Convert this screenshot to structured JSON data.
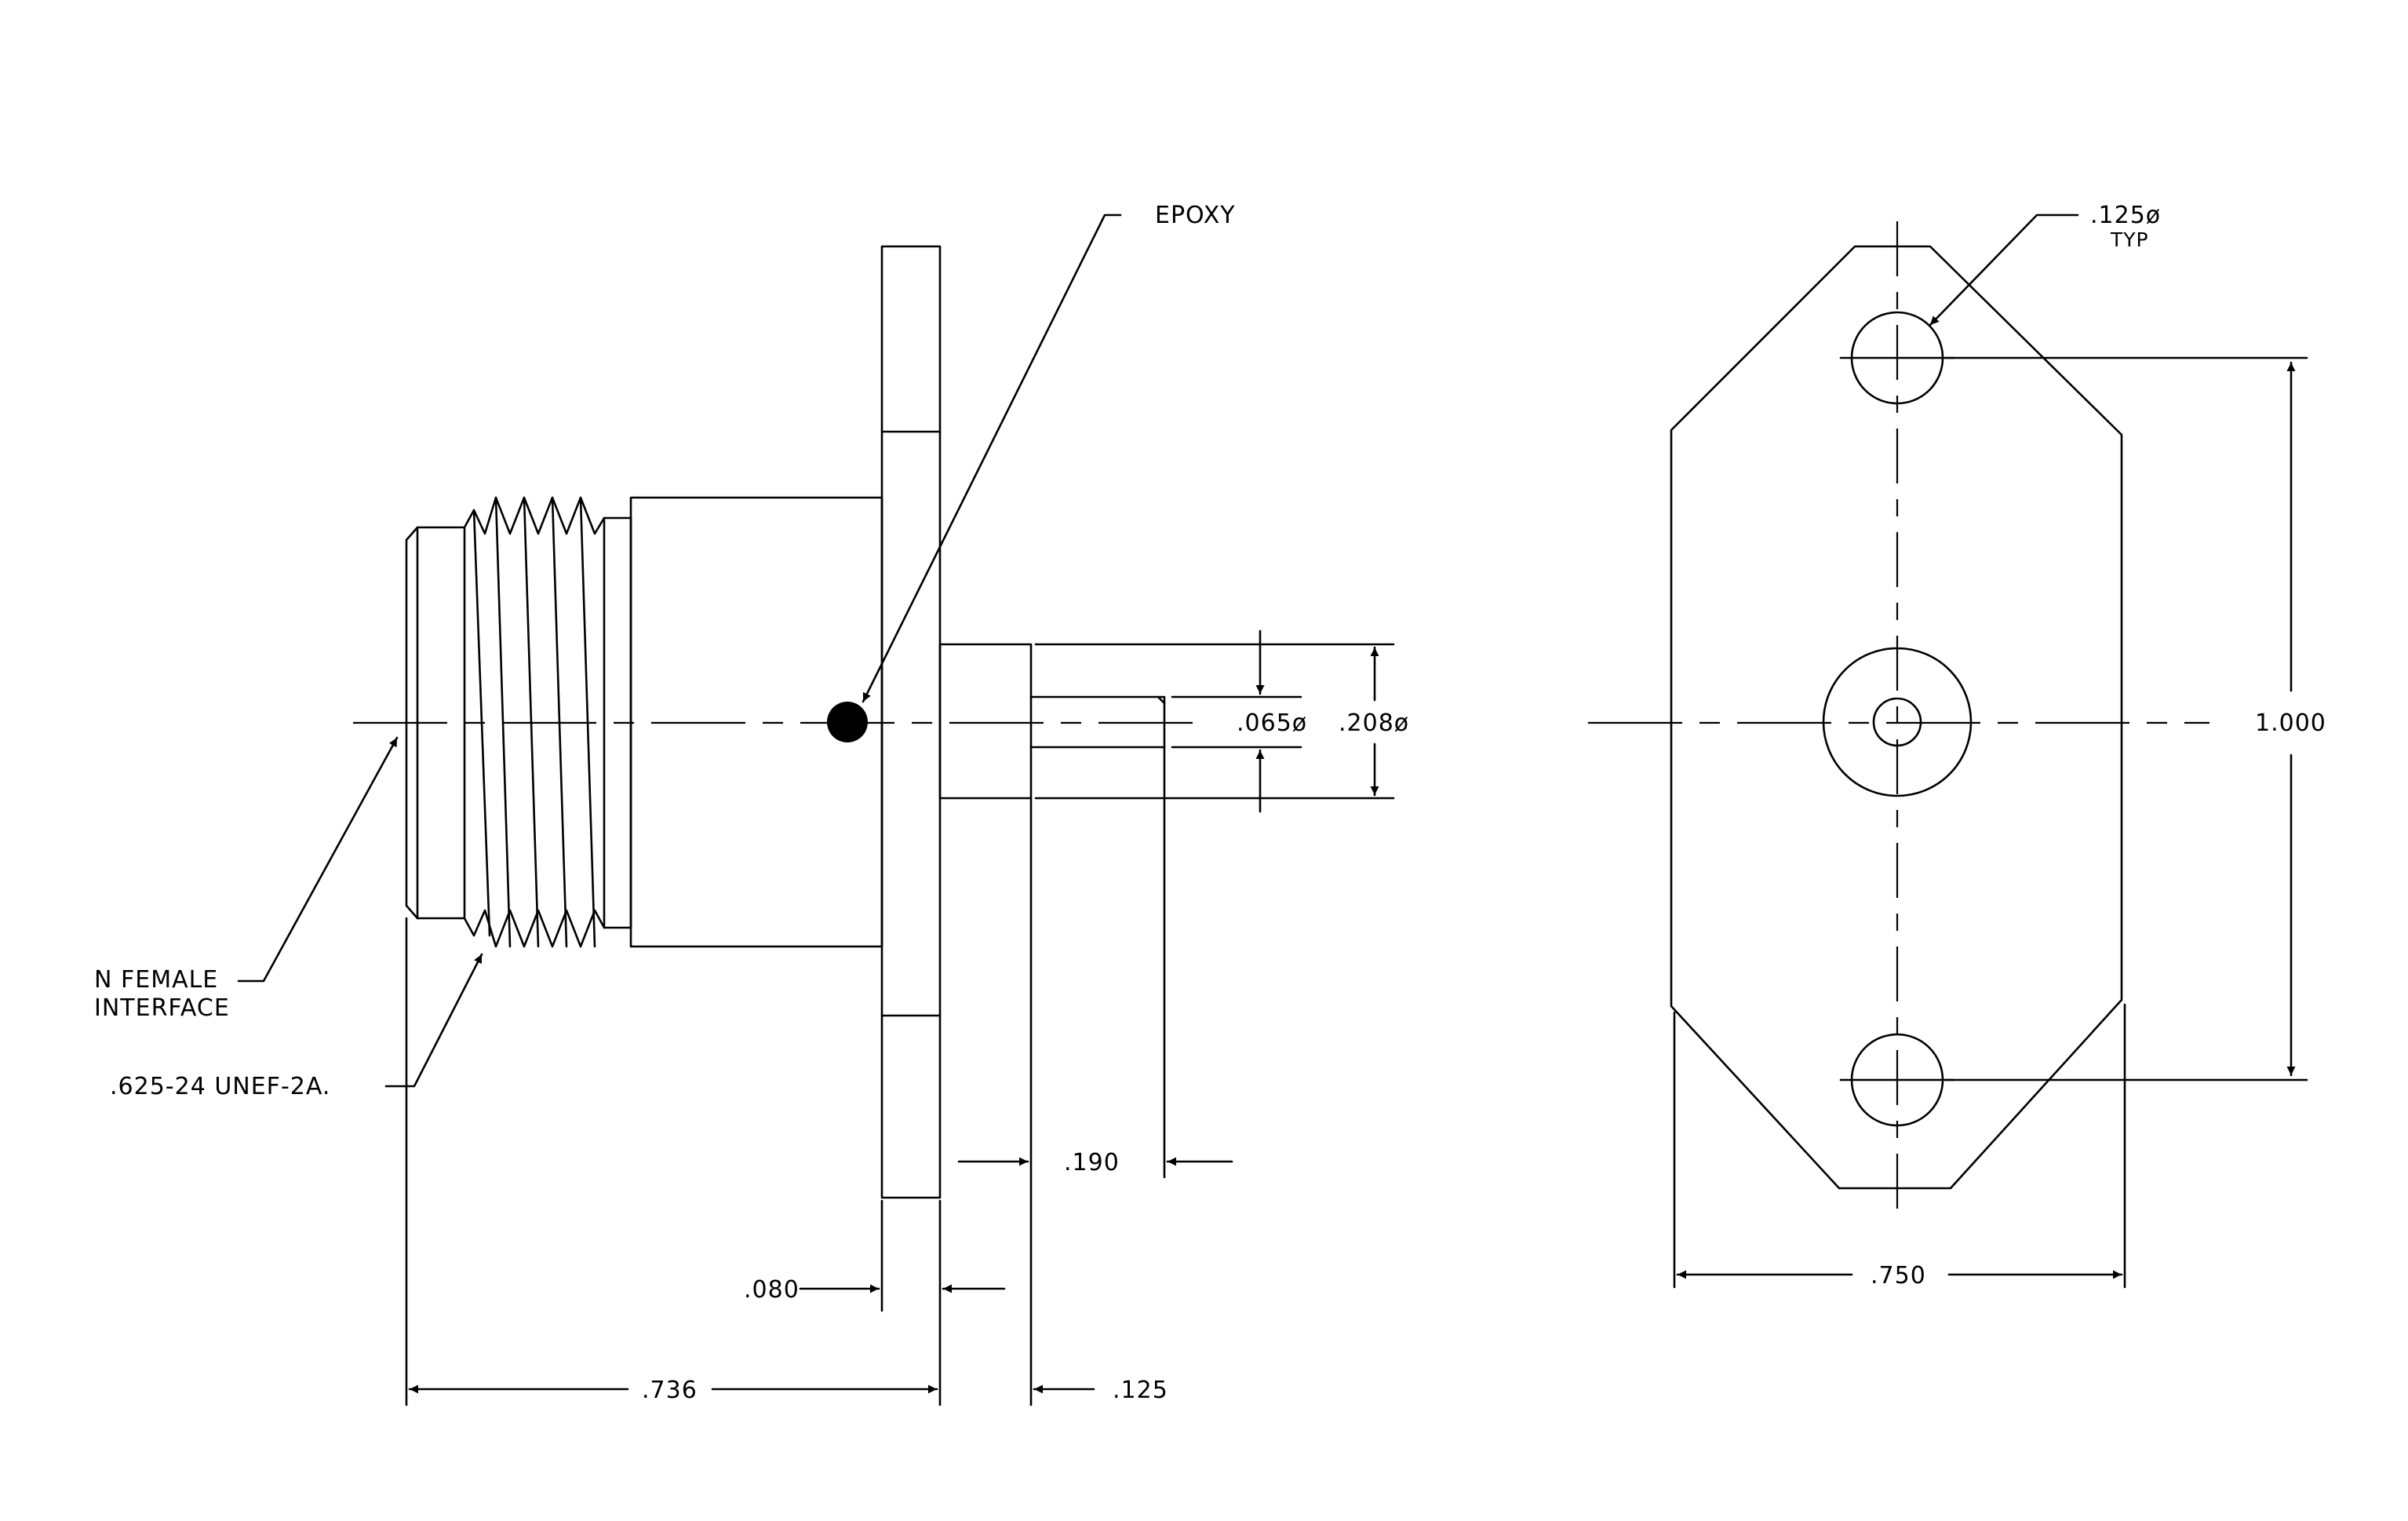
{
  "labels": {
    "epoxy": "EPOXY",
    "n_female_line1": "N FEMALE",
    "n_female_line2": "INTERFACE",
    "thread": ".625-24 UNEF-2A.",
    "hole_dia": ".125ø",
    "hole_typ": "TYP"
  },
  "dimensions": {
    "overall_length": ".736",
    "flange_thickness": ".080",
    "boss_length": ".125",
    "pin_length": ".190",
    "pin_dia": ".065ø",
    "boss_dia": ".208ø",
    "hole_spacing": "1.000",
    "flange_width": ".750"
  },
  "colors": {
    "line": "#000000",
    "background": "#ffffff"
  }
}
